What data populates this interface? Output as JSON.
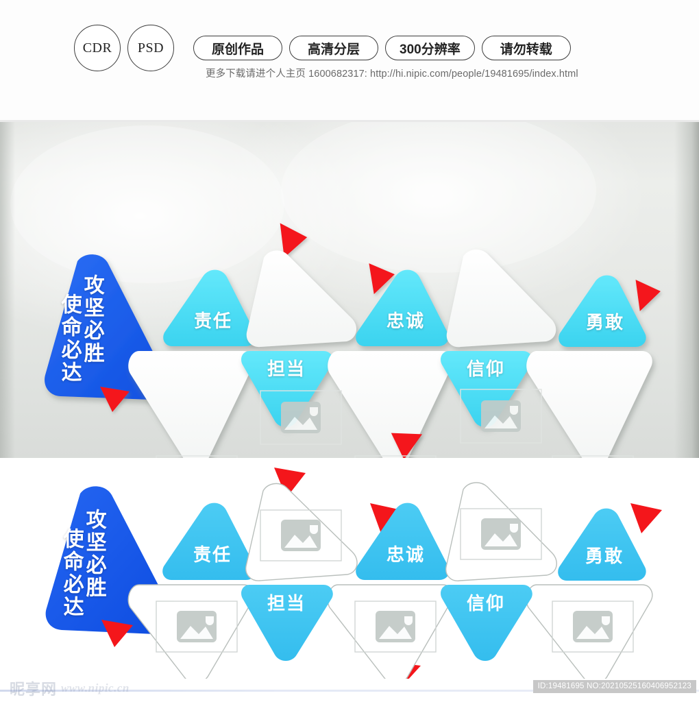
{
  "header": {
    "format_badges": [
      "CDR",
      "PSD"
    ],
    "feature_badges": [
      "原创作品",
      "高清分层",
      "300分辨率",
      "请勿转载"
    ],
    "subtitle": "更多下载请进个人主页 1600682317: http://hi.nipic.com/people/19481695/index.html"
  },
  "design": {
    "main_slogan_lines": [
      "攻坚必胜",
      "使命必达"
    ],
    "value_words_up": [
      "责任",
      "忠诚",
      "勇敢"
    ],
    "value_words_down": [
      "担当",
      "信仰"
    ],
    "photo_placeholder_icon": "image-placeholder-icon",
    "accent_red_icon": "red-triangle-accent",
    "colors": {
      "brand_blue": "#1a5ff0",
      "cyan_mock": "#50e0f5",
      "cyan_flat": "#3ec3f0",
      "accent_red": "#f4161b",
      "card_white": "#fbfcfb",
      "placeholder_gray": "#c3cbc8"
    }
  },
  "footer": {
    "watermark_cn": "昵享网",
    "watermark_url": "www.nipic.cn",
    "id_tag": "ID:19481695 NO:20210525160406952123"
  }
}
